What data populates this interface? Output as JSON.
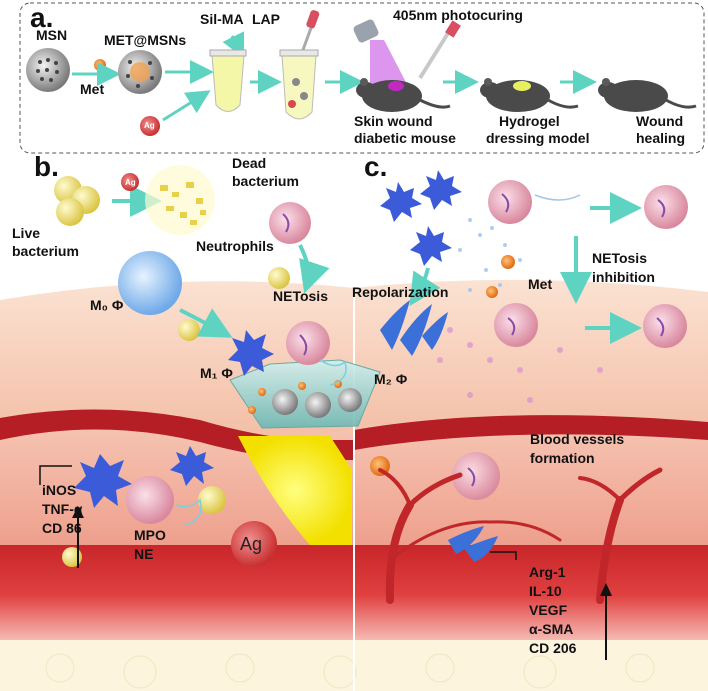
{
  "panel_a": {
    "tag": "a.",
    "msn": "MSN",
    "met": "Met",
    "met_msns": "MET@MSNs",
    "sil_ma": "Sil-MA",
    "lap": "LAP",
    "photocuring": "405nm photocuring",
    "ag": "Ag",
    "skin_wound_l1": "Skin wound",
    "skin_wound_l2": "diabetic mouse",
    "hydrogel_l1": "Hydrogel",
    "hydrogel_l2": "dressing model",
    "wound_l1": "Wound",
    "wound_l2": "healing"
  },
  "panel_b": {
    "tag": "b.",
    "live_l1": "Live",
    "live_l2": "bacterium",
    "dead_l1": "Dead",
    "dead_l2": "bacterium",
    "ag_small": "Ag",
    "neutrophils": "Neutrophils",
    "netosis": "NETosis",
    "m0": "M₀ Φ",
    "m1": "M₁ Φ",
    "markers": [
      "iNOS",
      "TNF-α",
      "CD 86"
    ],
    "mpo": "MPO",
    "ne": "NE",
    "ag_big": "Ag"
  },
  "panel_c": {
    "tag": "c.",
    "repolarization": "Repolarization",
    "netosis_l1": "NETosis",
    "netosis_l2": "inhibition",
    "met": "Met",
    "m2": "M₂ Φ",
    "vessels_l1": "Blood vessels",
    "vessels_l2": "formation",
    "markers": [
      "Arg-1",
      "IL-10",
      "VEGF",
      "α-SMA",
      "CD 206"
    ]
  },
  "colors": {
    "arrow": "#5fd3c2",
    "macrophage": "#3b5bd8",
    "bacteria": "#e8d84a",
    "ag_particle": "#d84a4a",
    "met_particle": "#f08a2a",
    "neutrophil": "#e8a6b8",
    "skin": "#f4c8b0",
    "dermis": "#d93838",
    "vessel": "#c0262a",
    "hydrogel": "#7ec8c4"
  }
}
